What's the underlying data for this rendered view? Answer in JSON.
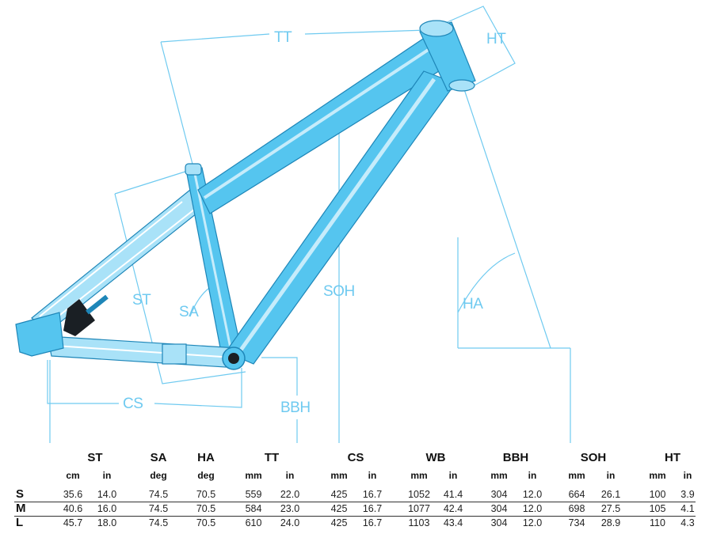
{
  "dimension_labels": {
    "TT": "TT",
    "HT": "HT",
    "ST": "ST",
    "SA": "SA",
    "SOH": "SOH",
    "HA": "HA",
    "CS": "CS",
    "BBH": "BBH",
    "WB": "WB"
  },
  "colors": {
    "frame": "#55c5ef",
    "frame_light": "#a9e2f8",
    "frame_outline": "#1e86b8",
    "dimension_lines": "#6fcaf0",
    "dark_part": "#1a1f24"
  },
  "table": {
    "headers": [
      "ST",
      "SA",
      "HA",
      "TT",
      "CS",
      "WB",
      "BBH",
      "SOH",
      "HT"
    ],
    "units": [
      "cm",
      "in",
      "deg",
      "deg",
      "mm",
      "in",
      "mm",
      "in",
      "mm",
      "in",
      "mm",
      "in",
      "mm",
      "in",
      "mm",
      "in"
    ],
    "rows": [
      {
        "size": "S",
        "values": [
          "35.6",
          "14.0",
          "74.5",
          "70.5",
          "559",
          "22.0",
          "425",
          "16.7",
          "1052",
          "41.4",
          "304",
          "12.0",
          "664",
          "26.1",
          "100",
          "3.9"
        ]
      },
      {
        "size": "M",
        "values": [
          "40.6",
          "16.0",
          "74.5",
          "70.5",
          "584",
          "23.0",
          "425",
          "16.7",
          "1077",
          "42.4",
          "304",
          "12.0",
          "698",
          "27.5",
          "105",
          "4.1"
        ]
      },
      {
        "size": "L",
        "values": [
          "45.7",
          "18.0",
          "74.5",
          "70.5",
          "610",
          "24.0",
          "425",
          "16.7",
          "1103",
          "43.4",
          "304",
          "12.0",
          "734",
          "28.9",
          "110",
          "4.3"
        ]
      }
    ]
  }
}
